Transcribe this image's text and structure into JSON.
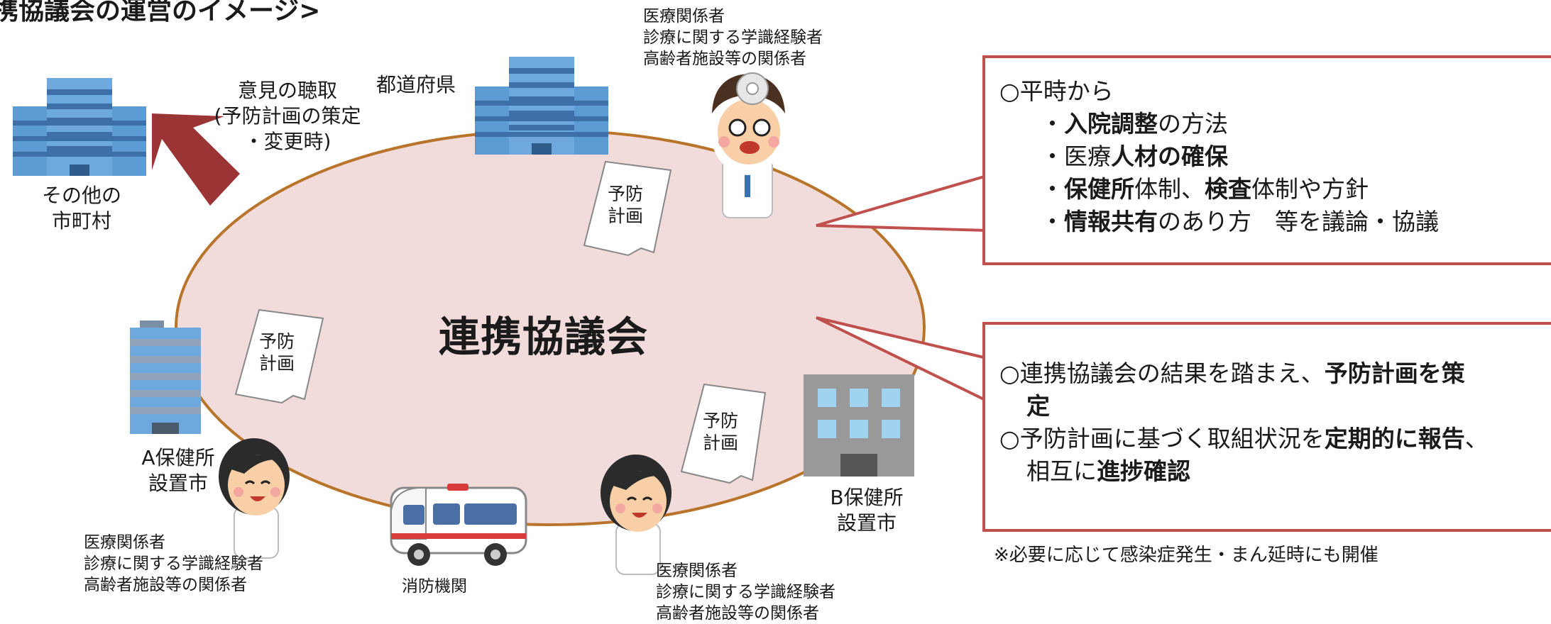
{
  "title": "携協議会の運営のイメージ>",
  "center": {
    "label": "連携協議会"
  },
  "nodes": {
    "other_municipalities": {
      "line1": "その他の",
      "line2": "市町村"
    },
    "opinion_arrow": {
      "line1": "意見の聴取",
      "line2": "(予防計画の策定",
      "line3": "・変更時)"
    },
    "prefecture": {
      "label": "都道府県"
    },
    "health_center_a": {
      "line1": "A保健所",
      "line2": "設置市"
    },
    "health_center_b": {
      "line1": "B保健所",
      "line2": "設置市"
    },
    "fire_department": {
      "label": "消防機関"
    }
  },
  "stakeholders": {
    "line1": "医療関係者",
    "line2": "診療に関する学識経験者",
    "line3": "高齢者施設等の関係者"
  },
  "document": {
    "line1": "予防",
    "line2": "計画"
  },
  "callout_top": {
    "heading": "○平時から",
    "items": [
      {
        "bold": "入院調整",
        "text": "の方法",
        "prefix": "・"
      },
      {
        "text_before": "医療",
        "bold": "人材の確保",
        "prefix": "・"
      },
      {
        "bold": "保健所",
        "text": "体制、",
        "bold2": "検査",
        "text2": "体制や方針",
        "prefix": "・"
      },
      {
        "bold": "情報共有",
        "text": "のあり方　等を議論・協議",
        "prefix": "・"
      }
    ]
  },
  "callout_bottom": {
    "line1_text": "○連携協議会の結果を踏まえ、",
    "line1_bold": "予防計画を策",
    "line2_bold": "定",
    "line3_text": "○予防計画に基づく取組状況を",
    "line3_bold": "定期的に報告",
    "line3_tail": "、",
    "line4_text": "相互に",
    "line4_bold": "進捗確認"
  },
  "note": "※必要に応じて感染症発生・まん延時にも開催",
  "colors": {
    "ellipse_fill": "#f2dcdb",
    "ellipse_stroke": "#b8742a",
    "callout_border": "#c0504d",
    "arrow": "#9b3434",
    "building_blue": "#6fa8dc",
    "building_gray": "#999999"
  }
}
